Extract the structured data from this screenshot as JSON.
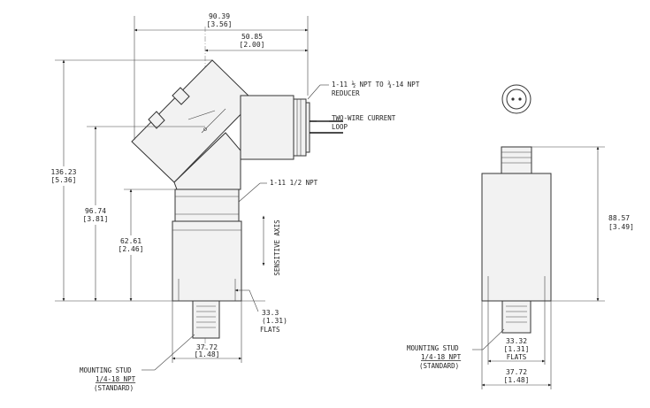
{
  "dimensions": {
    "overall_width": "90.39",
    "overall_width_in": "[3.56]",
    "reducer_offset": "50.85",
    "reducer_offset_in": "[2.00]",
    "overall_height": "136.23",
    "overall_height_in": "[5.36]",
    "housing_height": "96.74",
    "housing_height_in": "[3.81]",
    "body_height": "62.61",
    "body_height_in": "[2.46]",
    "side_height": "88.57",
    "side_height_in": "[3.49]",
    "flats_front": "33.3",
    "flats_front_in": "(1.31)",
    "flats_side": "33.32",
    "flats_side_in": "[1.31]",
    "base_width_front": "37.72",
    "base_width_front_in": "[1.48]",
    "base_width_side": "37.72",
    "base_width_side_in": "[1.48]"
  },
  "notes": {
    "reducer_line1": "1-11 ½ NPT TO ¾-14 NPT",
    "reducer_line2": "REDUCER",
    "loop_line1": "TWO-WIRE CURRENT",
    "loop_line2": "LOOP",
    "thread": "1-11 1/2 NPT",
    "sensitive_axis": "SENSITIVE AXIS",
    "flats_word_front": "FLATS",
    "flats_word_side": "FLATS",
    "stud_front_line1": "MOUNTING STUD",
    "stud_front_line2": "1/4-18 NPT",
    "stud_front_line3": "(STANDARD)",
    "stud_side_line1": "MOUNTING STUD",
    "stud_side_line2": "1/4-18 NPT",
    "stud_side_line3": "(STANDARD)"
  }
}
